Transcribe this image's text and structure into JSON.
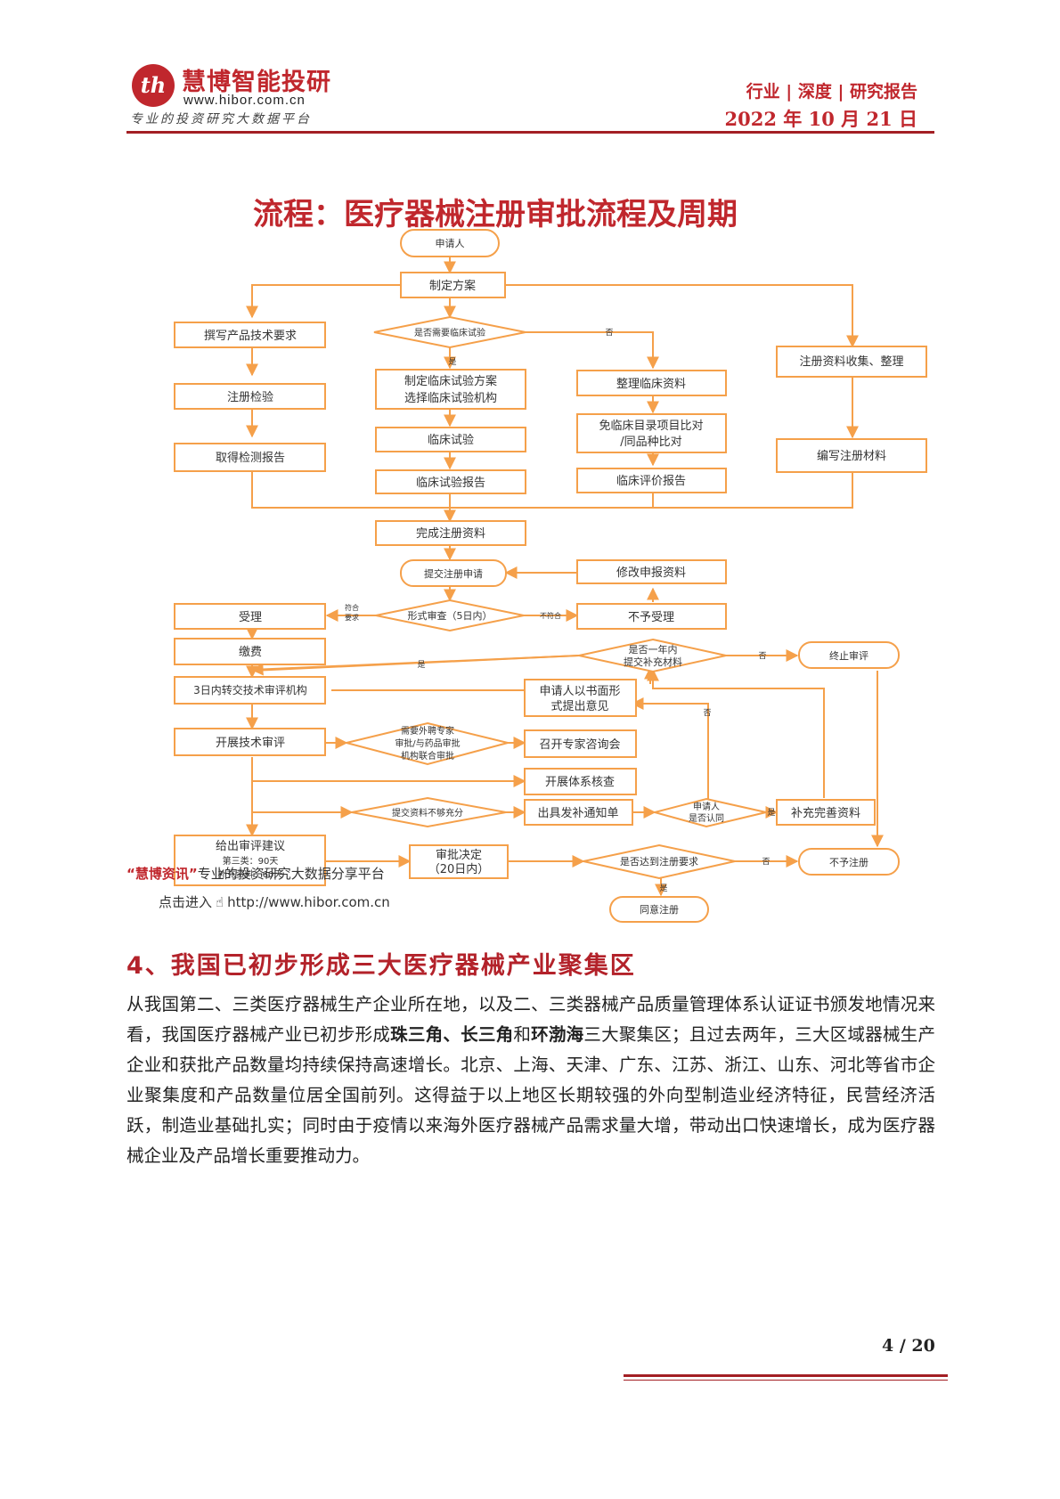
{
  "header": {
    "logo_glyph": "th",
    "logo_name": "慧博智能投研",
    "logo_url": "www.hibor.com.cn",
    "logo_slogan": "专业的投资研究大数据平台",
    "report_type": "行业 | 深度 | 研究报告",
    "date": "2022 年 10 月 21 日"
  },
  "figure": {
    "title": "流程：医疗器械注册审批流程及周期",
    "nodes": {
      "applicant": "申请人",
      "plan": "制定方案",
      "tech_req": "撰写产品技术要求",
      "need_trial": "是否需要临床试验",
      "reg_test": "注册检验",
      "test_report": "取得检测报告",
      "trial_plan_1": "制定临床试验方案",
      "trial_plan_2": "选择临床试验机构",
      "trial": "临床试验",
      "trial_report": "临床试验报告",
      "organize_clinical": "整理临床资料",
      "exempt_1": "免临床目录项目比对",
      "exempt_2": "/同品种比对",
      "eval_report": "临床评价报告",
      "collect": "注册资料收集、整理",
      "compile": "编写注册材料",
      "complete": "完成注册资料",
      "submit": "提交注册申请",
      "modify": "修改申报资料",
      "accept": "受理",
      "formal_review": "形式审查（5日内）",
      "not_accept": "不予受理",
      "pay": "缴费",
      "supp_in_year_1": "是否一年内",
      "supp_in_year_2": "提交补充材料",
      "terminate": "终止审评",
      "transfer": "3日内转交技术审评机构",
      "written_opinion_1": "申请人以书面形",
      "written_opinion_2": "式提出意见",
      "tech_review": "开展技术审评",
      "expert_need_1": "需要外聘专家",
      "expert_need_2": "审批/与药品审批",
      "expert_need_3": "机构联合审批",
      "expert_meeting": "召开专家咨询会",
      "system_check": "开展体系核查",
      "insufficient": "提交资料不够充分",
      "supp_notice": "出具发补通知单",
      "agree_1": "申请人",
      "agree_2": "是否认同",
      "supplement": "补充完善资料",
      "give_opinion": "给出审评建议",
      "class3": "第三类：90天",
      "supp_docs": "补充资料：60天",
      "decision_1": "审批决定",
      "decision_2": "（20日内）",
      "meet_req": "是否达到注册要求",
      "reject_reg": "不予注册",
      "approve_reg": "同意注册"
    },
    "edge_labels": {
      "yes": "是",
      "no": "否",
      "conform_1": "符合",
      "conform_2": "要求",
      "nonconform": "不符合"
    },
    "watermark_brand": "“慧博资讯”",
    "watermark_text": "专业的投资研究大数据分享平台",
    "watermark_link_prefix": "点击进入",
    "watermark_url": "http://www.hibor.com.cn"
  },
  "section": {
    "title": "4、我国已初步形成三大医疗器械产业聚集区",
    "para_1": "从我国第二、三类医疗器械生产企业所在地，以及二、三类器械产品质量管理体系认证证书颁发地情况来看，我国医疗器械产业已初步形成",
    "bold_1": "珠三角、长三角",
    "connector": "和",
    "bold_2": "环渤海",
    "para_2": "三大聚集区；且过去两年，三大区域器械生产企业和获批产品数量均持续保持高速增长。北京、上海、天津、广东、江苏、浙江、山东、河北等省市企业聚集度和产品数量位居全国前列。这得益于以上地区长期较强的外向型制造业经济特征，民营经济活跃，制造业基础扎实；同时由于疫情以来海外医疗器械产品需求量大增，带动出口快速增长，成为医疗器械企业及产品增长重要推动力。"
  },
  "footer": {
    "page": "4 / 20"
  },
  "colors": {
    "brand_red": "#c0272d",
    "flow_orange": "#f5a04a",
    "flow_text": "#333333"
  }
}
